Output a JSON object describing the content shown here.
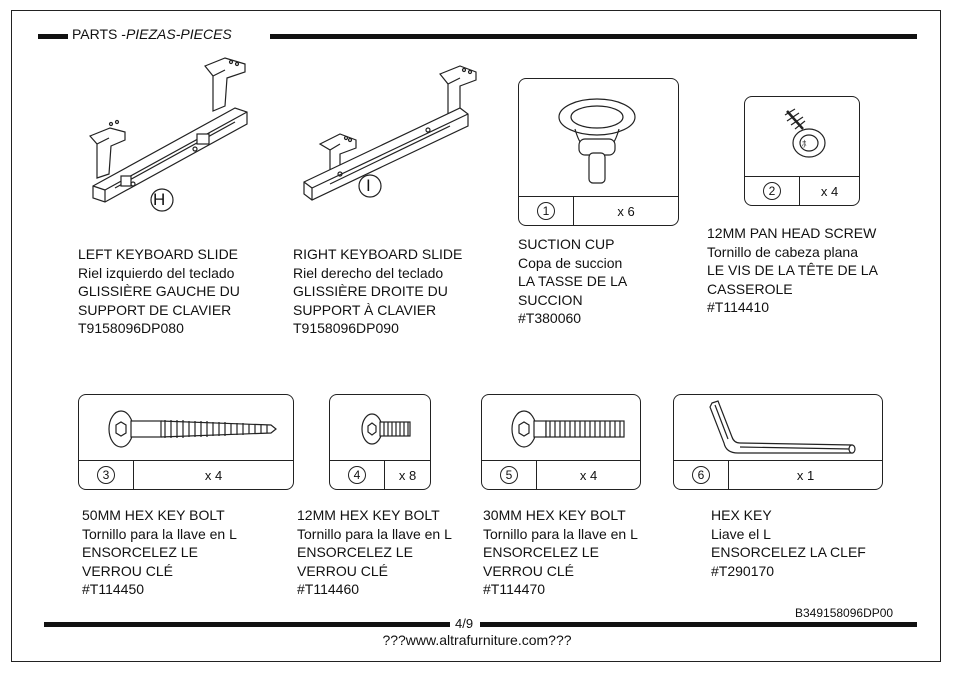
{
  "header": {
    "title_plain": "PARTS -",
    "title_italic": "PIEZAS-PIECES"
  },
  "slides": [
    {
      "letter": "H",
      "lines": [
        "LEFT KEYBOARD SLIDE",
        "Riel izquierdo del teclado",
        "GLISSIÈRE GAUCHE DU",
        "SUPPORT DE CLAVIER",
        "T9158096DP080"
      ]
    },
    {
      "letter": "I",
      "lines": [
        "RIGHT KEYBOARD SLIDE",
        "Riel derecho del teclado",
        "GLISSIÈRE DROITE DU",
        "SUPPORT À CLAVIER",
        "T9158096DP090"
      ]
    }
  ],
  "parts": [
    {
      "number": "1",
      "qty": "x 6",
      "lines": [
        "SUCTION CUP",
        "Copa de succion",
        "LA TASSE DE LA",
        "SUCCION",
        "#T380060"
      ]
    },
    {
      "number": "2",
      "qty": "x 4",
      "lines": [
        "12MM PAN HEAD SCREW",
        "Tornillo de cabeza plana",
        "LE VIS DE LA TÊTE DE LA",
        "CASSEROLE",
        "#T114410"
      ]
    },
    {
      "number": "3",
      "qty": "x 4",
      "lines": [
        "50MM HEX KEY BOLT",
        "Tornillo para la llave en L",
        "ENSORCELEZ LE",
        "VERROU CLÉ",
        "#T114450"
      ]
    },
    {
      "number": "4",
      "qty": "x 8",
      "lines": [
        "12MM HEX KEY BOLT",
        "Tornillo para la llave en L",
        "ENSORCELEZ LE",
        "VERROU CLÉ",
        "#T114460"
      ]
    },
    {
      "number": "5",
      "qty": "x 4",
      "lines": [
        "30MM HEX KEY BOLT",
        "Tornillo para la llave en L",
        "ENSORCELEZ LE",
        "VERROU CLÉ",
        "#T114470"
      ]
    },
    {
      "number": "6",
      "qty": "x 1",
      "lines": [
        "HEX KEY",
        "Liave el L",
        "ENSORCELEZ LA CLEF",
        "#T290170"
      ]
    }
  ],
  "footer": {
    "page": "4/9",
    "code": "B349158096DP00",
    "url": "???www.altrafurniture.com???"
  }
}
